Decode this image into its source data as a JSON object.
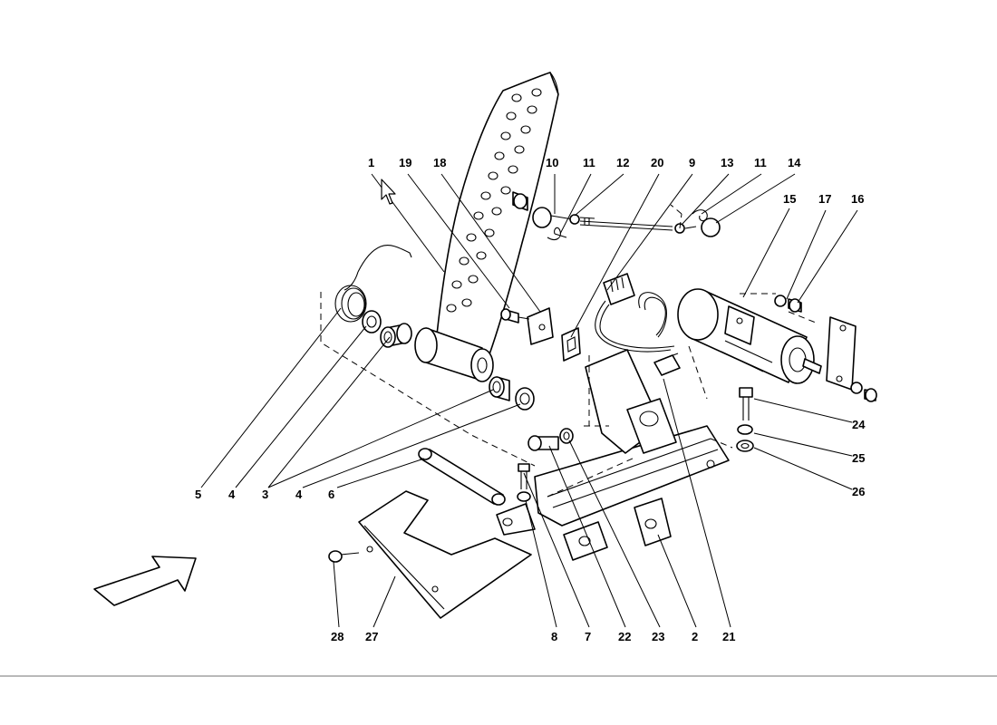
{
  "diagram": {
    "callouts": [
      {
        "id": "c1",
        "text": "1"
      },
      {
        "id": "c19",
        "text": "19"
      },
      {
        "id": "c18",
        "text": "18"
      },
      {
        "id": "c10",
        "text": "10"
      },
      {
        "id": "c11a",
        "text": "11"
      },
      {
        "id": "c12",
        "text": "12"
      },
      {
        "id": "c20",
        "text": "20"
      },
      {
        "id": "c9",
        "text": "9"
      },
      {
        "id": "c13",
        "text": "13"
      },
      {
        "id": "c11b",
        "text": "11"
      },
      {
        "id": "c14",
        "text": "14"
      },
      {
        "id": "c15",
        "text": "15"
      },
      {
        "id": "c17",
        "text": "17"
      },
      {
        "id": "c16",
        "text": "16"
      },
      {
        "id": "c24",
        "text": "24"
      },
      {
        "id": "c25",
        "text": "25"
      },
      {
        "id": "c26",
        "text": "26"
      },
      {
        "id": "c5",
        "text": "5"
      },
      {
        "id": "c4a",
        "text": "4"
      },
      {
        "id": "c3",
        "text": "3"
      },
      {
        "id": "c4b",
        "text": "4"
      },
      {
        "id": "c6",
        "text": "6"
      },
      {
        "id": "c28",
        "text": "28"
      },
      {
        "id": "c27",
        "text": "27"
      },
      {
        "id": "c8",
        "text": "8"
      },
      {
        "id": "c7",
        "text": "7"
      },
      {
        "id": "c22",
        "text": "22"
      },
      {
        "id": "c23",
        "text": "23"
      },
      {
        "id": "c2",
        "text": "2"
      },
      {
        "id": "c21",
        "text": "21"
      }
    ]
  },
  "icons": {
    "cursor": "mouse-pointer-icon",
    "direction": "forward-arrow-icon"
  },
  "colors": {
    "line": "#000000",
    "background": "#ffffff",
    "rule": "#b9b9b9"
  }
}
